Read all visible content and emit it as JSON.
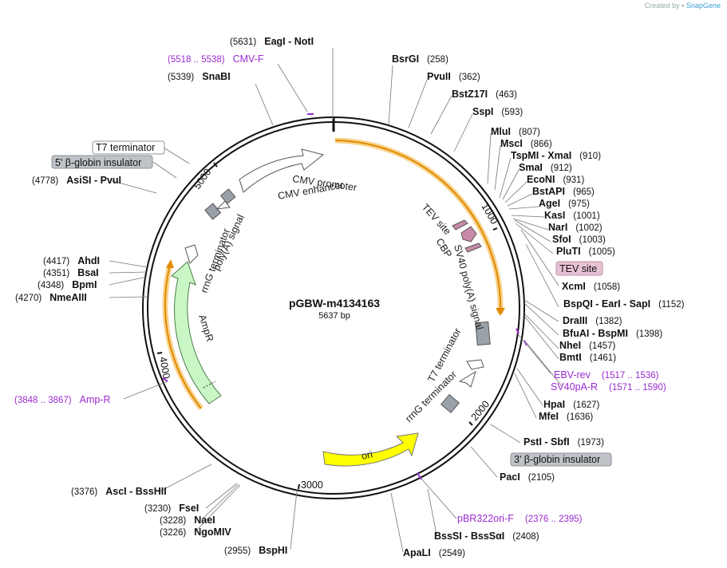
{
  "credit": {
    "prefix": "Created by",
    "brand": "SnapGene"
  },
  "plasmid": {
    "name": "pGBW-m4134163",
    "size": "5637 bp"
  },
  "ticks": [
    "1000",
    "2000",
    "3000",
    "4000",
    "5000"
  ],
  "sites_right": [
    {
      "name": "BsrGI",
      "pos": "(258)"
    },
    {
      "name": "PvuII",
      "pos": "(362)"
    },
    {
      "name": "BstZ17I",
      "pos": "(463)"
    },
    {
      "name": "SspI",
      "pos": "(593)"
    },
    {
      "name": "MluI",
      "pos": "(807)"
    },
    {
      "name": "MscI",
      "pos": "(866)"
    },
    {
      "name": "TspMI - XmaI",
      "pos": "(910)"
    },
    {
      "name": "SmaI",
      "pos": "(912)"
    },
    {
      "name": "EcoNI",
      "pos": "(931)"
    },
    {
      "name": "BstAPI",
      "pos": "(965)"
    },
    {
      "name": "AgeI",
      "pos": "(975)"
    },
    {
      "name": "KasI",
      "pos": "(1001)"
    },
    {
      "name": "NarI",
      "pos": "(1002)"
    },
    {
      "name": "SfoI",
      "pos": "(1003)"
    },
    {
      "name": "PluTI",
      "pos": "(1005)"
    },
    {
      "name": "XcmI",
      "pos": "(1058)"
    },
    {
      "name": "BspQI - EarI - SapI",
      "pos": "(1152)"
    },
    {
      "name": "DraIII",
      "pos": "(1382)"
    },
    {
      "name": "BfuAI - BspMI",
      "pos": "(1398)"
    },
    {
      "name": "NheI",
      "pos": "(1457)"
    },
    {
      "name": "BmtI",
      "pos": "(1461)"
    },
    {
      "name": "HpaI",
      "pos": "(1627)"
    },
    {
      "name": "MfeI",
      "pos": "(1636)"
    },
    {
      "name": "PstI - SbfI",
      "pos": "(1973)"
    },
    {
      "name": "PacI",
      "pos": "(2105)"
    },
    {
      "name": "BssSI - BssSαI",
      "pos": "(2408)"
    },
    {
      "name": "ApaLI",
      "pos": "(2549)"
    }
  ],
  "sites_left": [
    {
      "name": "EagI - NotI",
      "pos": "(5631)"
    },
    {
      "name": "SnaBI",
      "pos": "(5339)"
    },
    {
      "name": "AsiSI - PvuI",
      "pos": "(4778)"
    },
    {
      "name": "AhdI",
      "pos": "(4417)"
    },
    {
      "name": "BsaI",
      "pos": "(4351)"
    },
    {
      "name": "BpmI",
      "pos": "(4348)"
    },
    {
      "name": "NmeAIII",
      "pos": "(4270)"
    },
    {
      "name": "AscI - BssHII",
      "pos": "(3376)"
    },
    {
      "name": "FseI",
      "pos": "(3230)"
    },
    {
      "name": "NaeI",
      "pos": "(3228)"
    },
    {
      "name": "NgoMIV",
      "pos": "(3226)"
    },
    {
      "name": "BspHI",
      "pos": "(2955)"
    }
  ],
  "primers": [
    {
      "name": "CMV-F",
      "pos": "(5518 .. 5538)"
    },
    {
      "name": "EBV-rev",
      "pos": "(1517 .. 1536)"
    },
    {
      "name": "SV40pA-R",
      "pos": "(1571 .. 1590)"
    },
    {
      "name": "pBR322ori-F",
      "pos": "(2376 .. 2395)"
    },
    {
      "name": "Amp-R",
      "pos": "(3848 .. 3867)"
    }
  ],
  "boxed": {
    "t7_terminator": "T7 terminator",
    "beta_globin_5": "5' β-globin insulator",
    "tev_site": "TEV site",
    "beta_globin_3": "3' β-globin insulator"
  },
  "features": {
    "cmv_promoter": "CMV promoter",
    "cmv_enhancer": "CMV enhancer",
    "tev_site": "TEV site",
    "cbp": "CBP",
    "sv40": "SV40 poly(A) signal",
    "t7_terminator": "T7 terminator",
    "rrng_terminator": "rrnG terminator",
    "ori": "ori",
    "ampr": "AmpR",
    "rrng_terminator_left": "rrnG terminator",
    "polya_signal": "poly(A) signal"
  },
  "colors": {
    "orf_orange": "#f6a31a",
    "ampr_green": "#c8f7c5",
    "ori_yellow": "#ffff00",
    "terminator_gray": "#9aa1a8",
    "tev_pink": "#c88aa6",
    "primer_purple": "#9a2bd0",
    "boxed_gray": "#bfc3c7",
    "boxed_pink": "#e7c1d4"
  }
}
